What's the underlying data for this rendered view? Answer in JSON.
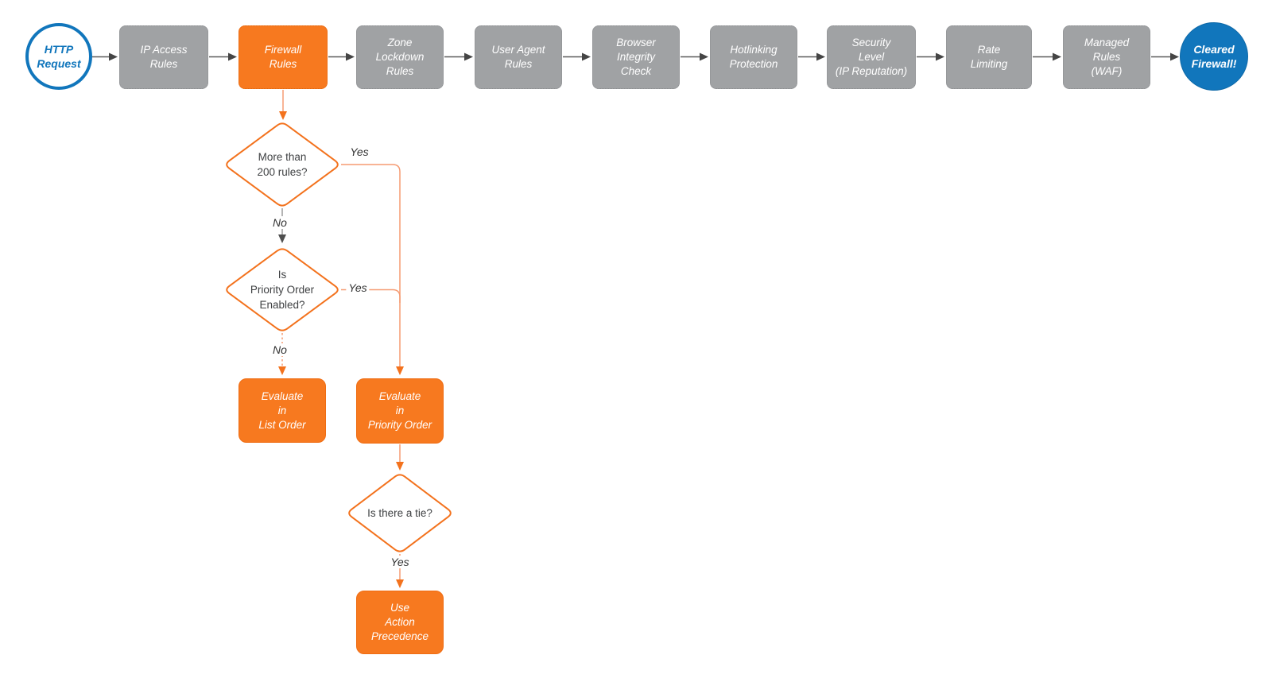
{
  "colors": {
    "accent_orange": "#f7791f",
    "connector_orange": "#f59b72",
    "arrowhead_orange": "#f3721d",
    "stage_gray": "#a0a2a4",
    "brand_blue": "#1176bc",
    "connector_dark": "#5b5b5b",
    "diamond_text": "#3f4143"
  },
  "pipeline": {
    "start": {
      "lines": [
        "HTTP",
        "Request"
      ]
    },
    "stages": [
      {
        "lines": [
          "IP Access",
          "Rules"
        ]
      },
      {
        "lines": [
          "Firewall",
          "Rules"
        ]
      },
      {
        "lines": [
          "Zone",
          "Lockdown",
          "Rules"
        ]
      },
      {
        "lines": [
          "User Agent",
          "Rules"
        ]
      },
      {
        "lines": [
          "Browser",
          "Integrity",
          "Check"
        ]
      },
      {
        "lines": [
          "Hotlinking",
          "Protection"
        ]
      },
      {
        "lines": [
          "Security",
          "Level",
          "(IP Reputation)"
        ]
      },
      {
        "lines": [
          "Rate",
          "Limiting"
        ]
      },
      {
        "lines": [
          "Managed",
          "Rules",
          "(WAF)"
        ]
      }
    ],
    "end": {
      "lines": [
        "Cleared",
        "Firewall!"
      ]
    }
  },
  "decisions": {
    "rule_count": {
      "lines": [
        "More than",
        "200 rules?"
      ],
      "yes_label": "Yes",
      "no_label": "No"
    },
    "priority_enabled": {
      "lines": [
        "Is",
        "Priority Order",
        "Enabled?"
      ],
      "yes_label": "Yes",
      "no_label": "No"
    },
    "tie": {
      "lines": [
        "Is there a tie?"
      ],
      "yes_label": "Yes"
    }
  },
  "actions": {
    "list_order": {
      "lines": [
        "Evaluate",
        "in",
        "List Order"
      ]
    },
    "priority_order": {
      "lines": [
        "Evaluate",
        "in",
        "Priority Order"
      ]
    },
    "action_precedence": {
      "lines": [
        "Use",
        "Action",
        "Precedence"
      ]
    }
  }
}
